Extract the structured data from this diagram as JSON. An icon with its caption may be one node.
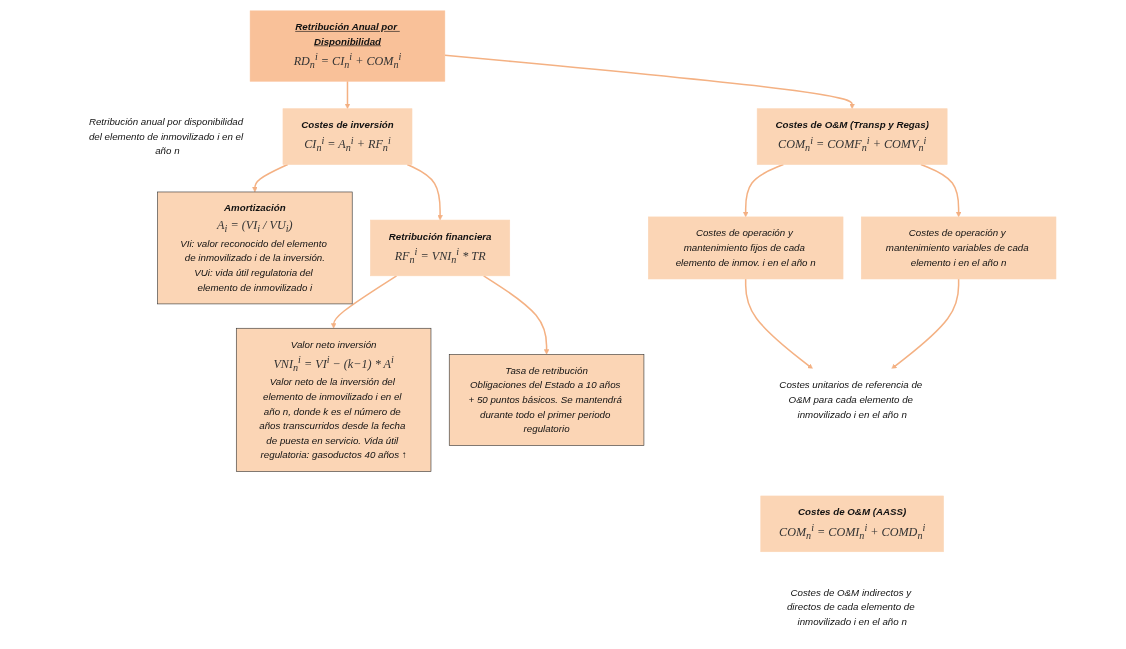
{
  "diagram": {
    "nodes": [
      {
        "text": [
          "Retribución Anual por Disponibilidad",
          "RD$_{n}$$^{i}$ = CI$_{n}$$^{i}$ + COM$_{n}$$^{i}$"
        ],
        "beside": [
          "Retribución anual por disponibilidad del elemento de inmovilizado i en el año n"
        ]
      },
      {
        "text": [
          "Costes de inversión",
          "CI$_{n}$$^{i}$ = A$_{n}$$^{i}$ + RF$_{n}$$^{i}$"
        ]
      },
      {
        "text": [
          "Costes de O&M (Transp y Regas)",
          "COM$_{n}$$^{i}$ = COMF$_{n}$$^{i}$ + COMV$_{n}$$^{i}$"
        ]
      },
      {
        "text": [
          "Amortización",
          "A$_{i}$ = (VI$_{i}$ / VU$_{i}$)",
          "VIi: valor reconocido del elemento de inmovilizado i de la inversión.",
          "VUi: vida útil regulatoria del elemento de inmovilizado i"
        ]
      },
      {
        "text": [
          "Retribución financiera",
          "RF$_{n}$$^{i}$ = VNI$_{n}$$^{i}$ * TR"
        ]
      },
      {
        "text": [
          "Valor neto inversión",
          "VNI$_{n}$$^{i}$ = VI$^{i}$ − (k−1) * A$^{i}$",
          "Valor neto de la inversión del elemento de inmovilizado i en el año n, donde k es el número de años transcurridos desde la fecha de puesta en servicio. Vida útil regulatoria: gasoductos 40 años ↑"
        ]
      },
      {
        "text": [
          "Tasa de retribución",
          "Obligaciones del Estado a 10 años + 50 puntos básicos. Se mantendrá durante todo el primer periodo regulatorio"
        ]
      },
      {
        "text": [
          "Costes de operación y mantenimiento fijos de cada elemento de inmov. i en el año n"
        ]
      },
      {
        "text": [
          "Costes de operación y mantenimiento variables de cada elemento i en el año n"
        ]
      },
      {
        "text": [
          "Costes unitarios de referencia de O&M para cada elemento de inmovilizado i en el año n"
        ]
      },
      {
        "text": [
          "Costes de O&M (AASS)",
          "COM$_{n}$$^{i}$ = COMI$_{n}$$^{i}$ + COMD$_{n}$$^{i}$"
        ],
        "beside": [
          "Costes de O&M indirectos y directos de cada elemento de inmovilizado i en el año n"
        ]
      }
    ],
    "edges": [
      {
        "from": 0,
        "to": 1,
        "arrow": "to"
      },
      {
        "from": 0,
        "to": 2,
        "arrow": "to"
      },
      {
        "from": 1,
        "to": 3,
        "arrow": "to"
      },
      {
        "from": 1,
        "to": 4,
        "arrow": "to"
      },
      {
        "from": 4,
        "to": 5,
        "arrow": "to"
      },
      {
        "from": 4,
        "to": 6,
        "arrow": "to"
      },
      {
        "from": 2,
        "to": 7,
        "arrow": "to"
      },
      {
        "from": 2,
        "to": 8,
        "arrow": "to"
      },
      {
        "from": 7,
        "to": 9,
        "arrow": "to"
      },
      {
        "from": 8,
        "to": 9,
        "arrow": "to"
      }
    ]
  }
}
